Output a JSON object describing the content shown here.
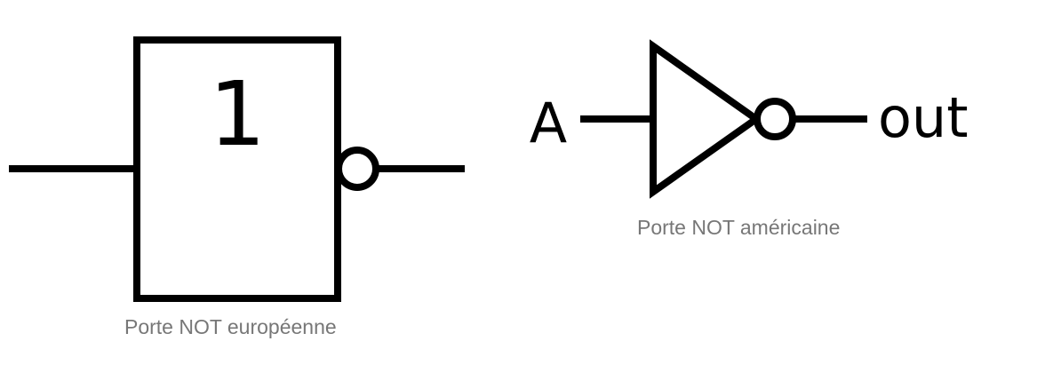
{
  "european_gate": {
    "symbol": "1",
    "caption": "Porte NOT européenne"
  },
  "american_gate": {
    "input_label": "A",
    "output_label": "out",
    "caption": "Porte NOT américaine"
  },
  "colors": {
    "stroke": "#000000",
    "caption": "#777777"
  }
}
